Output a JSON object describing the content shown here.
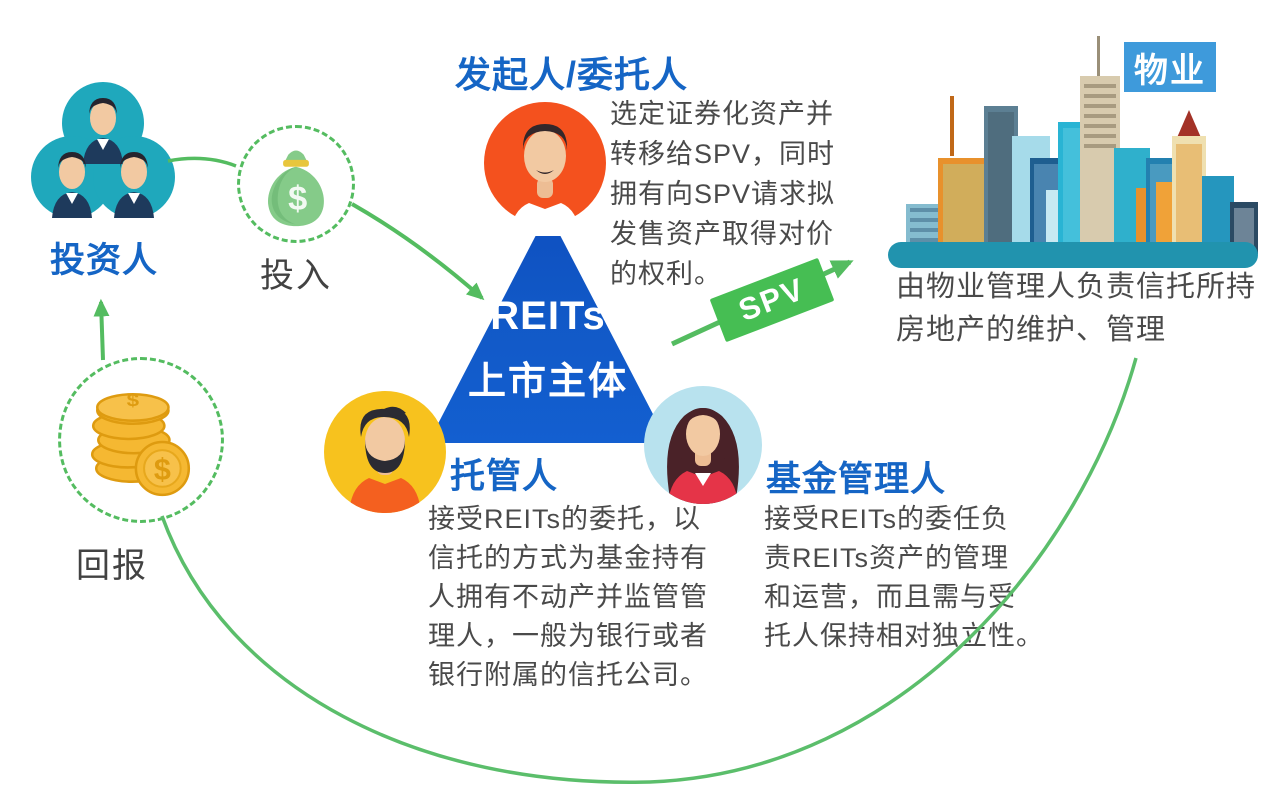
{
  "colors": {
    "accent_blue": "#1565c5",
    "triangle_blue": "#1158c6",
    "flow_green": "#54bc60",
    "spv_green": "#46be53",
    "sponsor_orange": "#f4511e",
    "investors_teal": "#1fa8bc",
    "custodian_yellow": "#f7c21e",
    "manager_light_blue": "#b8e2ee",
    "coin_gold": "#f5b832",
    "badge_blue": "#3e9adb",
    "body_text_gray": "#4a4a4a"
  },
  "investors": {
    "label": "投资人"
  },
  "invest_flow": {
    "label": "投入",
    "icon": "money-bag-icon"
  },
  "return_flow": {
    "label": "回报",
    "icon": "coins-icon"
  },
  "sponsor": {
    "title": "发起人/委托人",
    "desc": [
      "选定证券化资产并",
      "转移给SPV，同时",
      "拥有向SPV请求拟",
      "发售资产取得对价",
      "的权利。"
    ]
  },
  "reits_entity": {
    "name": "REITs",
    "subtitle": "上市主体"
  },
  "spv": {
    "label": "SPV"
  },
  "custodian": {
    "title": "托管人",
    "desc": [
      "接受REITs的委托，以",
      "信托的方式为基金持有",
      "人拥有不动产并监管管",
      "理人，一般为银行或者",
      "银行附属的信托公司。"
    ]
  },
  "fund_manager": {
    "title": "基金管理人",
    "desc": [
      "接受REITs的委任负",
      "责REITs资产的管理",
      "和运营，而且需与受",
      "托人保持相对独立性。"
    ]
  },
  "property": {
    "badge": "物业",
    "desc": [
      "由物业管理人负责信托所持",
      "房地产的维护、管理"
    ]
  }
}
